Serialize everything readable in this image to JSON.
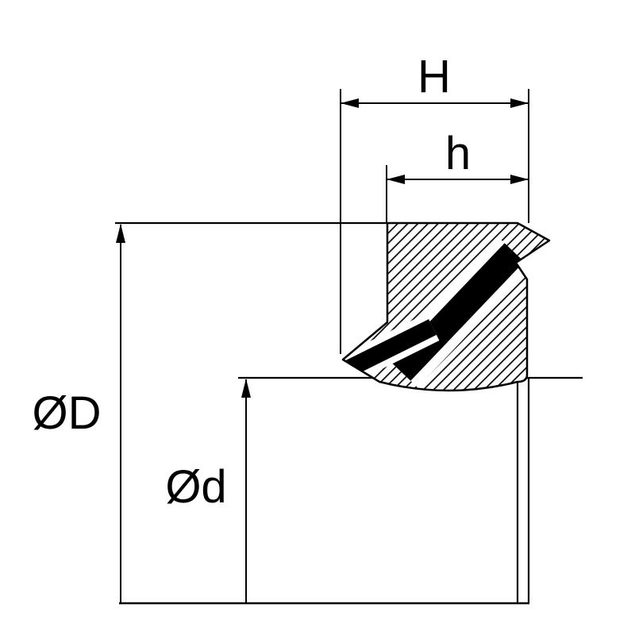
{
  "diagram": {
    "kind": "seal-cross-section-dimension-drawing",
    "labels": {
      "H": "H",
      "h": "h",
      "od": "ØD",
      "id": "Ød"
    },
    "colors": {
      "line": "#000000",
      "fill": "#000000",
      "background": "#ffffff"
    }
  }
}
